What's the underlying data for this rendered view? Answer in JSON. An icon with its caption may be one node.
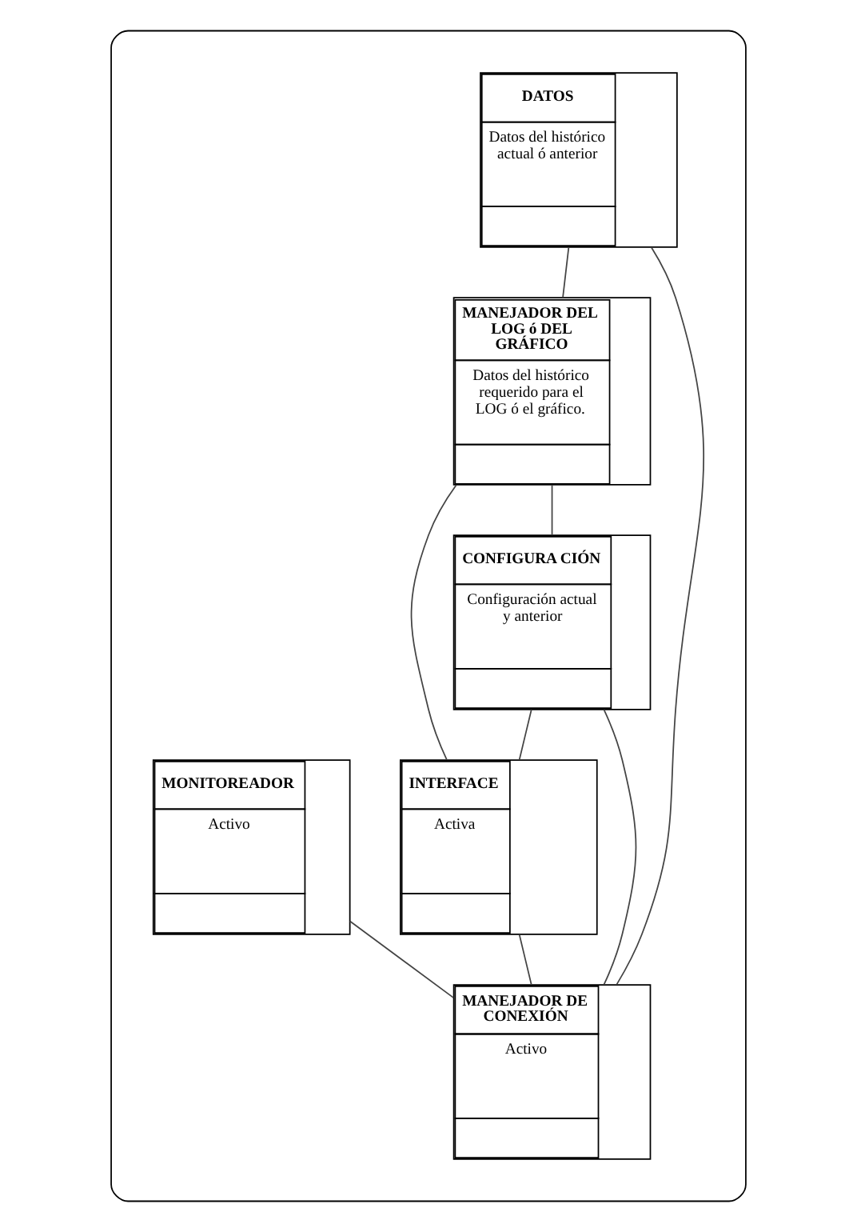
{
  "diagram": {
    "nodes": [
      {
        "text": [],
        "shape": "ellipse"
      },
      {
        "text": [
          "DATOS",
          "Datos del histórico actual ó anterior"
        ],
        "in": 0
      },
      {
        "text": [
          "MANEJADOR DEL LOG ó DEL GRÁFICO",
          "Datos del histórico requerido para el LOG ó el gráfico."
        ],
        "in": 0
      },
      {
        "text": [
          "CONFIGURA CIÓN",
          "Configuración actual y anterior"
        ],
        "in": 0
      },
      {
        "text": [
          "MONITOREADOR",
          "Activo"
        ],
        "in": 0
      },
      {
        "text": [
          "INTERFACE",
          "Activa"
        ],
        "in": 0
      },
      {
        "text": [
          "MANEJADOR DE CONEXIÓN",
          "Activo"
        ],
        "in": 0
      }
    ],
    "edges": [
      {
        "from": 1,
        "to": 2,
        "arrow": "none"
      },
      {
        "from": 1,
        "to": 6,
        "arrow": "none"
      },
      {
        "from": 2,
        "to": 3,
        "arrow": "none"
      },
      {
        "from": 2,
        "to": 5,
        "arrow": "none"
      },
      {
        "from": 3,
        "to": 5,
        "arrow": "none"
      },
      {
        "from": 3,
        "to": 6,
        "arrow": "none"
      },
      {
        "from": 4,
        "to": 6,
        "arrow": "none"
      },
      {
        "from": 5,
        "to": 6,
        "arrow": "none"
      }
    ]
  }
}
